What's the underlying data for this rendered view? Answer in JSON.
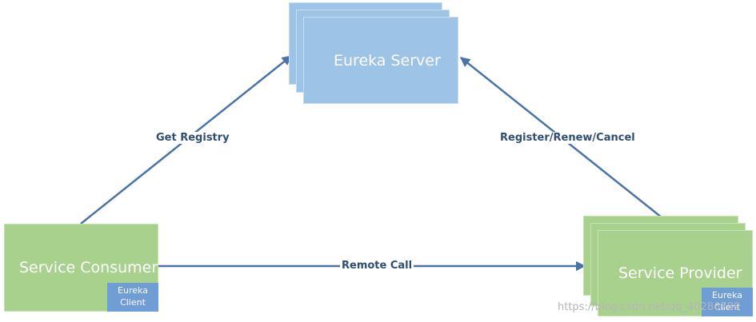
{
  "nodes": {
    "server": {
      "label": "Eureka Server"
    },
    "consumer": {
      "label": "Service Consumer",
      "badge_line1": "Eureka",
      "badge_line2": "Client"
    },
    "provider": {
      "label": "Service Provider",
      "badge_line1": "Eureka",
      "badge_line2": "Client"
    }
  },
  "edges": {
    "get_registry": "Get Registry",
    "register": "Register/Renew/Cancel",
    "remote_call": "Remote Call"
  },
  "watermark": "https://blog.csdn.net/qq_40286789",
  "colors": {
    "server_fill": "#9dc3e6",
    "node_fill": "#a9d18e",
    "badge_fill": "#6f9dd6",
    "arrow": "#4a74a8",
    "edge_label": "#2e4e74"
  }
}
